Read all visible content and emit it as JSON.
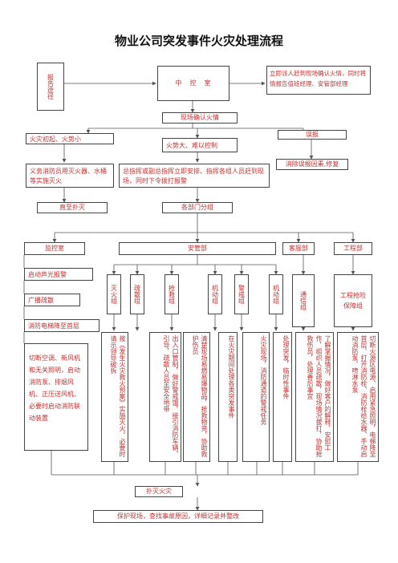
{
  "title": "物业公司突发事件火灾处理流程",
  "flow": {
    "report_path": "报告途径",
    "control_room": "中　控　室",
    "notify_note": "立即派人赶到现场确认火情，同时将情报告值班经理、安管部经理",
    "confirm_fire": "现场确认火情",
    "false_alarm": "误报",
    "early_fire": "火灾初起、火势小",
    "big_fire": "火势大、难以控制",
    "clear_false": "消除误报因素,修复",
    "volunteer_action": "义务消防员用灭火器、水桶等实施灭火",
    "commander_action": "总指挥或副总指挥立即安排、指挥各组人员赶到现场，同时下令拨打报警",
    "direct_fight": "直至扑灭",
    "division": "各部门分组",
    "monitor_room": "监控室",
    "security_dept": "安管部",
    "customer_dept": "客服部",
    "engineering_dept": "工程部",
    "alarm_on": "启动声光报警",
    "broadcast": "广播疏散",
    "elevator_down": "消防电梯降至首层",
    "monitor_tasks": "切断空调、新风机和无关照明，启动消防泵、排烟风机、正压送风机、必要时启动消防联动装置",
    "group_fire": "灭火组",
    "group_evac": "疏散组",
    "group_rescue": "抢救组",
    "group_mobile": "机动组",
    "group_guard": "警戒组",
    "group_mobile2": "机动组",
    "group_comm": "通信组",
    "group_eng": "工程抢险保障组",
    "task_fire": "按《发生火灾救火预案》实施灭火。必要时请示领导破拆",
    "task_evac": "出入口管制，做好警戒饿，接引消防车辆、引导，疏散人员至安全地带",
    "task_rescue": "清楚现场易燃易爆物品，抢救物资，协助救护伤员",
    "task_mobile": "在火灾期间处理各类突发事件",
    "task_guard": "火灾现场，消防通道的警戒任务",
    "task_mobile2": "处理突发，临时性事件",
    "task_comm": "了解掌握情况，做好客户的解释，安慰工作，组织人员疏散，现场情况拔打，协助抢救伤员，处理善后事宜",
    "task_eng": "切断火源区电源、启用紧急照明，电梯降至首层、打开消防栓、消防栓给水器、手动启动消防泵、喷淋水泵",
    "extinguished": "扑灭火灾",
    "aftermath": "保护现场，查找事故原因，详细记录并整改"
  },
  "colors": {
    "text": "#c03030",
    "border": "#444444",
    "line": "#555555",
    "title": "#111111"
  }
}
